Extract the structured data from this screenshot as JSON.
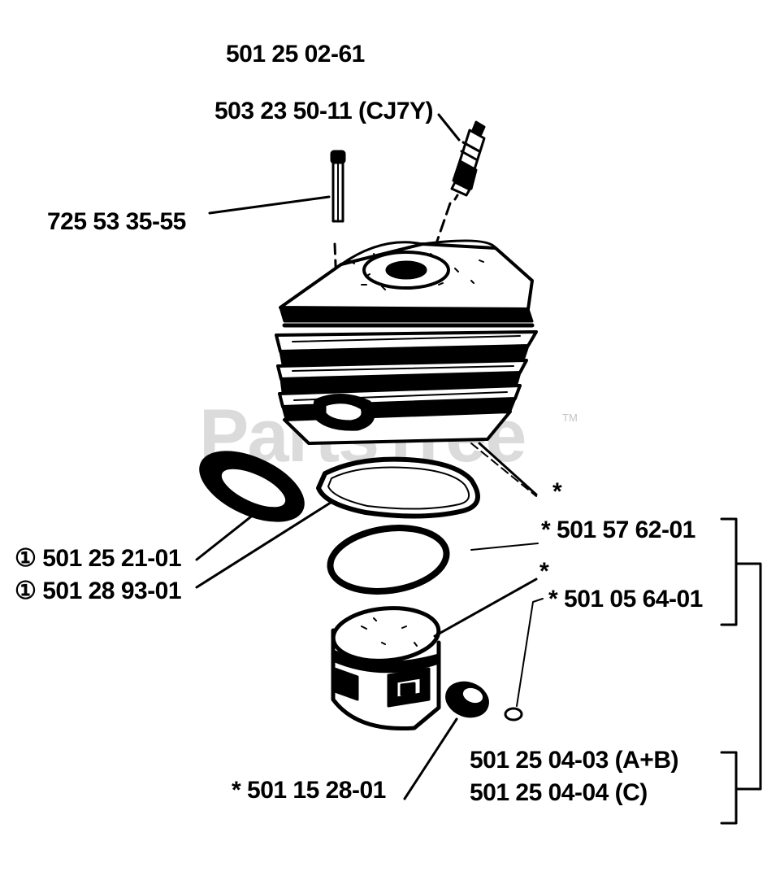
{
  "watermark": {
    "text": "PartsTree",
    "tm": "TM"
  },
  "labels": {
    "assembly": "501 25 02-61",
    "spark_plug": "503 23 50-11 (CJ7Y)",
    "bolt": "725 53 35-55",
    "cylinder_star": "*",
    "ring": "* 501 57 62-01",
    "piston_star": "*",
    "circlip": "* 501 05 64-01",
    "gasket_1": "① 501 25 21-01",
    "gasket_2": "① 501 28 93-01",
    "piston_pin": "* 501 15 28-01",
    "kit_ab": "501 25 04-03 (A+B)",
    "kit_c": "501 25 04-04 (C)"
  }
}
